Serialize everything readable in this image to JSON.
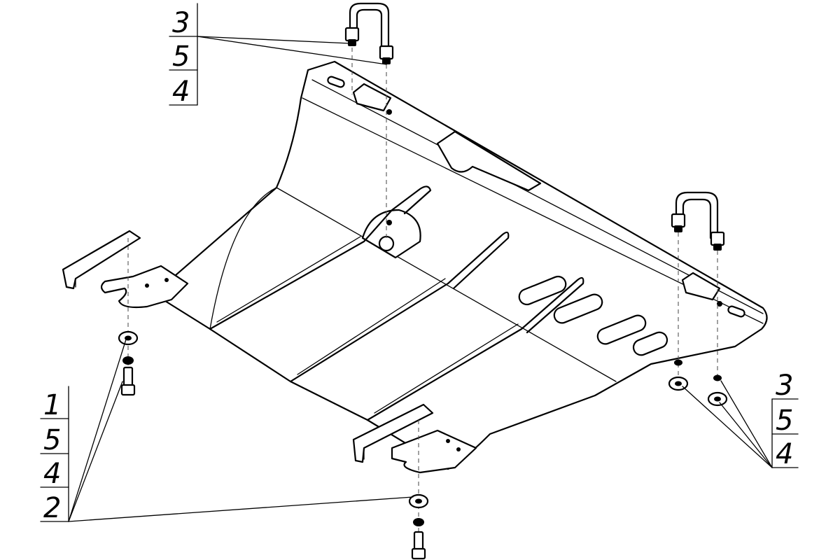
{
  "colors": {
    "line": "#000000",
    "background": "#ffffff"
  },
  "callouts": {
    "top_left": [
      "3",
      "5",
      "4"
    ],
    "right": [
      "3",
      "5",
      "4"
    ],
    "bottom_left": [
      "1",
      "5",
      "4",
      "2"
    ]
  }
}
